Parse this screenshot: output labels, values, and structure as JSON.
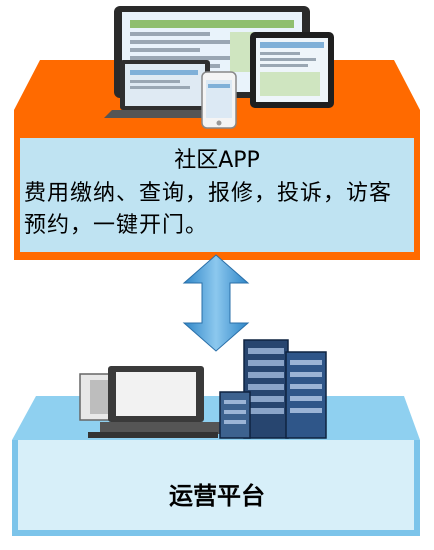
{
  "top_box": {
    "title": "社区APP",
    "description": "费用缴纳、查询，报修，投诉，访客预约，一键开门。",
    "colors": {
      "frame": "#ff6a00",
      "panel": "#bfe3f2"
    },
    "icons": [
      "tablet-icon",
      "smartphone-icon",
      "laptop-icon"
    ]
  },
  "connector": {
    "type": "bidirectional-arrow",
    "color": "#4a9fd8"
  },
  "bottom_box": {
    "title": "运营平台",
    "colors": {
      "frame": "#7cc4ea",
      "panel": "#d7eff9"
    },
    "icons": [
      "desktop-computer-icon",
      "server-rack-icon"
    ]
  }
}
